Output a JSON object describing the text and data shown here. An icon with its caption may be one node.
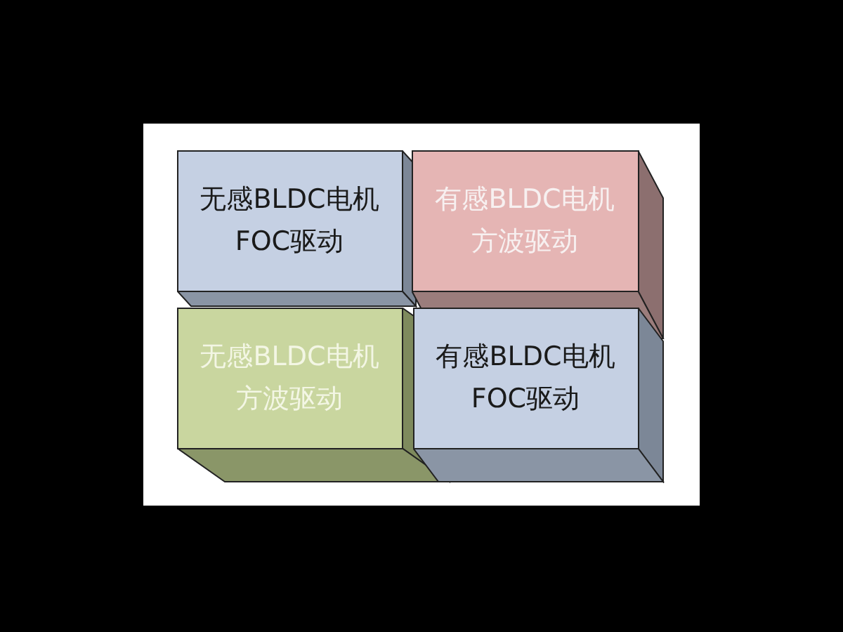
{
  "diagram": {
    "nodes": [
      {
        "text": [
          "无感BLDC电机",
          "FOC驱动"
        ]
      },
      {
        "text": [
          "有感BLDC电机",
          "方波驱动"
        ]
      },
      {
        "text": [
          "无感BLDC电机",
          "方波驱动"
        ]
      },
      {
        "text": [
          "有感BLDC电机",
          "FOC驱动"
        ]
      }
    ]
  }
}
